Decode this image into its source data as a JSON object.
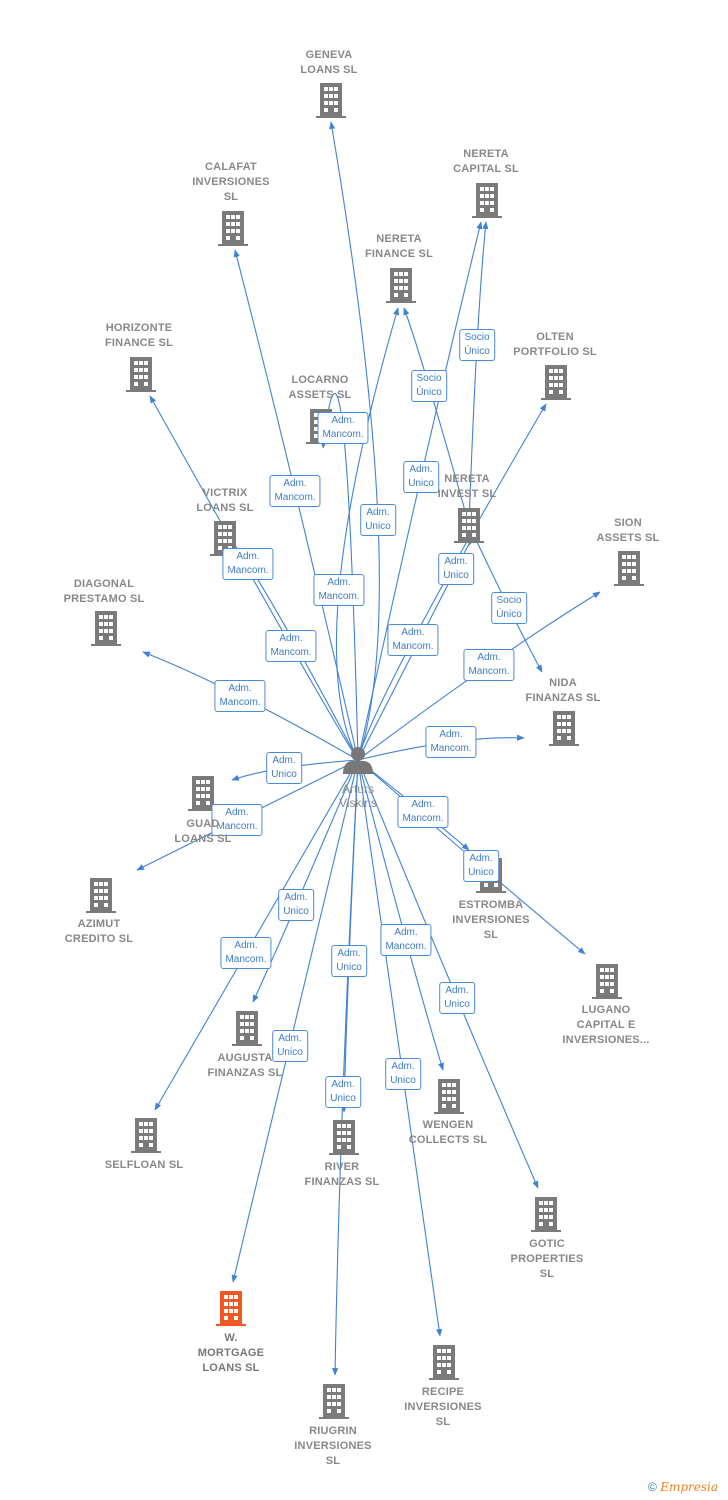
{
  "center": {
    "name": "Arturs\nViskins",
    "icon": "person-icon"
  },
  "colors": {
    "edge": "#3f82d4",
    "node": "#7a7a7a",
    "highlight": "#f05a22",
    "label_text": "#888888"
  },
  "companies": [
    {
      "id": "geneva",
      "name": "GENEVA\nLOANS  SL"
    },
    {
      "id": "calafat",
      "name": "CALAFAT\nINVERSIONES\nSL"
    },
    {
      "id": "nereta_capital",
      "name": "NERETA\nCAPITAL  SL"
    },
    {
      "id": "nereta_finance",
      "name": "NERETA\nFINANCE SL"
    },
    {
      "id": "horizonte",
      "name": "HORIZONTE\nFINANCE  SL"
    },
    {
      "id": "olten",
      "name": "OLTEN\nPORTFOLIO  SL"
    },
    {
      "id": "locarno",
      "name": "LOCARNO\nASSETS  SL"
    },
    {
      "id": "nereta_invest",
      "name": "NERETA\nINVEST SL"
    },
    {
      "id": "victrix",
      "name": "VICTRIX\nLOANS  SL"
    },
    {
      "id": "sion",
      "name": "SION\nASSETS  SL"
    },
    {
      "id": "diagonal",
      "name": "DIAGONAL\nPRESTAMO  SL"
    },
    {
      "id": "nida",
      "name": "NIDA\nFINANZAS  SL"
    },
    {
      "id": "guad",
      "name": "GUAD\nLOANS  SL"
    },
    {
      "id": "azimut",
      "name": "AZIMUT\nCREDITO  SL"
    },
    {
      "id": "estromba",
      "name": "ESTROMBA\nINVERSIONES\nSL"
    },
    {
      "id": "lugano",
      "name": "LUGANO\nCAPITAL E\nINVERSIONES..."
    },
    {
      "id": "augusta",
      "name": "AUGUSTA\nFINANZAS  SL"
    },
    {
      "id": "selfloan",
      "name": "SELFLOAN  SL"
    },
    {
      "id": "wengen",
      "name": "WENGEN\nCOLLECTS  SL"
    },
    {
      "id": "river",
      "name": "RIVER\nFINANZAS  SL"
    },
    {
      "id": "gotic",
      "name": "GOTIC\nPROPERTIES\nSL"
    },
    {
      "id": "wmortgage",
      "name": "W.\nMORTGAGE\nLOANS  SL",
      "highlight": true
    },
    {
      "id": "recipe",
      "name": "RECIPE\nINVERSIONES\nSL"
    },
    {
      "id": "riugrin",
      "name": "RIUGRIN\nINVERSIONES\nSL"
    }
  ],
  "relations": [
    {
      "to": "geneva",
      "label": "Adm.\nUnico"
    },
    {
      "to": "calafat",
      "label": "Adm.\nMancom."
    },
    {
      "to": "nereta_capital",
      "label": "Adm.\nUnico"
    },
    {
      "to": "nereta_capital",
      "label": "Socio\nÚnico",
      "from": "nereta_invest"
    },
    {
      "to": "nereta_finance",
      "label": "Adm.\nMancom."
    },
    {
      "to": "nereta_finance",
      "label": "Socio\nÚnico",
      "from": "nereta_invest"
    },
    {
      "to": "horizonte",
      "label": "Adm.\nMancom."
    },
    {
      "to": "olten",
      "label": "Adm.\nMancom."
    },
    {
      "to": "locarno",
      "label": "Adm.\nMancom."
    },
    {
      "to": "nereta_invest",
      "label": "Adm.\nUnico"
    },
    {
      "to": "victrix",
      "label": "Adm.\nMancom."
    },
    {
      "to": "sion",
      "label": "Adm.\nMancom."
    },
    {
      "to": "diagonal",
      "label": "Adm.\nMancom."
    },
    {
      "to": "nida",
      "label": "Adm.\nMancom."
    },
    {
      "to": "nida",
      "label": "Socio\nÚnico",
      "from": "nereta_invest"
    },
    {
      "to": "guad",
      "label": "Adm.\nUnico"
    },
    {
      "to": "azimut",
      "label": "Adm.\nMancom."
    },
    {
      "to": "estromba",
      "label": "Adm.\nMancom."
    },
    {
      "to": "lugano",
      "label": "Adm.\nUnico"
    },
    {
      "to": "augusta",
      "label": "Adm.\nUnico"
    },
    {
      "to": "selfloan",
      "label": "Adm.\nMancom."
    },
    {
      "to": "wengen",
      "label": "Adm.\nMancom."
    },
    {
      "to": "river",
      "label": "Adm.\nUnico"
    },
    {
      "to": "gotic",
      "label": "Adm.\nUnico"
    },
    {
      "to": "wmortgage",
      "label": "Adm.\nUnico"
    },
    {
      "to": "recipe",
      "label": "Adm.\nUnico"
    },
    {
      "to": "riugrin",
      "label": "Adm.\nUnico"
    }
  ],
  "footer": {
    "copyright": "©",
    "brand": "Empresia"
  }
}
